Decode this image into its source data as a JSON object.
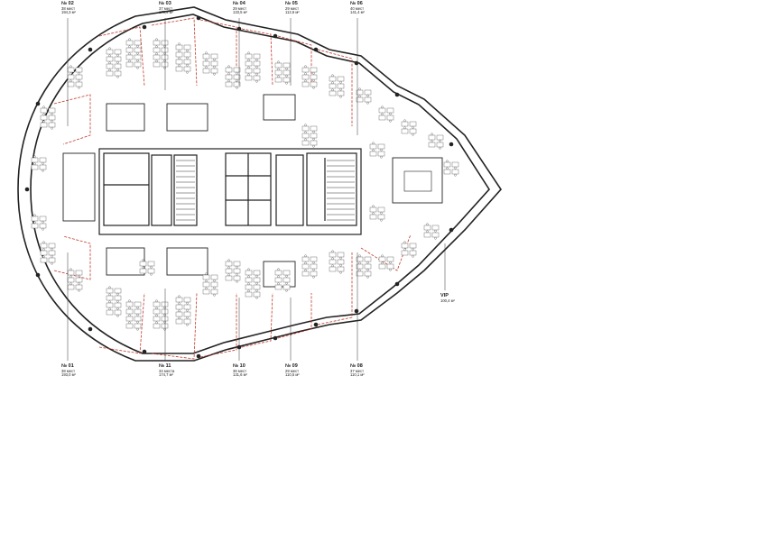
{
  "plan": {
    "zones": [
      {
        "id": "z02",
        "num": "№ 02",
        "seats": "38 мест",
        "area": "194,3 м²"
      },
      {
        "id": "z03",
        "num": "№ 03",
        "seats": "37 мест",
        "area": "173,9 м²"
      },
      {
        "id": "z04",
        "num": "№ 04",
        "seats": "29 мест",
        "area": "133,5 м²"
      },
      {
        "id": "z05",
        "num": "№ 05",
        "seats": "29 мест",
        "area": "112,6 м²"
      },
      {
        "id": "z06",
        "num": "№ 06",
        "seats": "40 мест",
        "area": "141,4 м²"
      },
      {
        "id": "z01",
        "num": "№ 01",
        "seats": "38 мест",
        "area": "193,0 м²"
      },
      {
        "id": "z11",
        "num": "№ 11",
        "seats": "34 места",
        "area": "174,7 м²"
      },
      {
        "id": "z10",
        "num": "№ 10",
        "seats": "36 мест",
        "area": "131,6 м²"
      },
      {
        "id": "z09",
        "num": "№ 09",
        "seats": "29 мест",
        "area": "110,5 м²"
      },
      {
        "id": "z08",
        "num": "№ 08",
        "seats": "37 мест",
        "area": "110,1 м²"
      },
      {
        "id": "zvip",
        "num": "VIP",
        "seats": "",
        "area": "100,4 м²"
      }
    ],
    "colors": {
      "walls": "#222222",
      "partitions": "#c0392b",
      "furniture": "#555555"
    }
  }
}
